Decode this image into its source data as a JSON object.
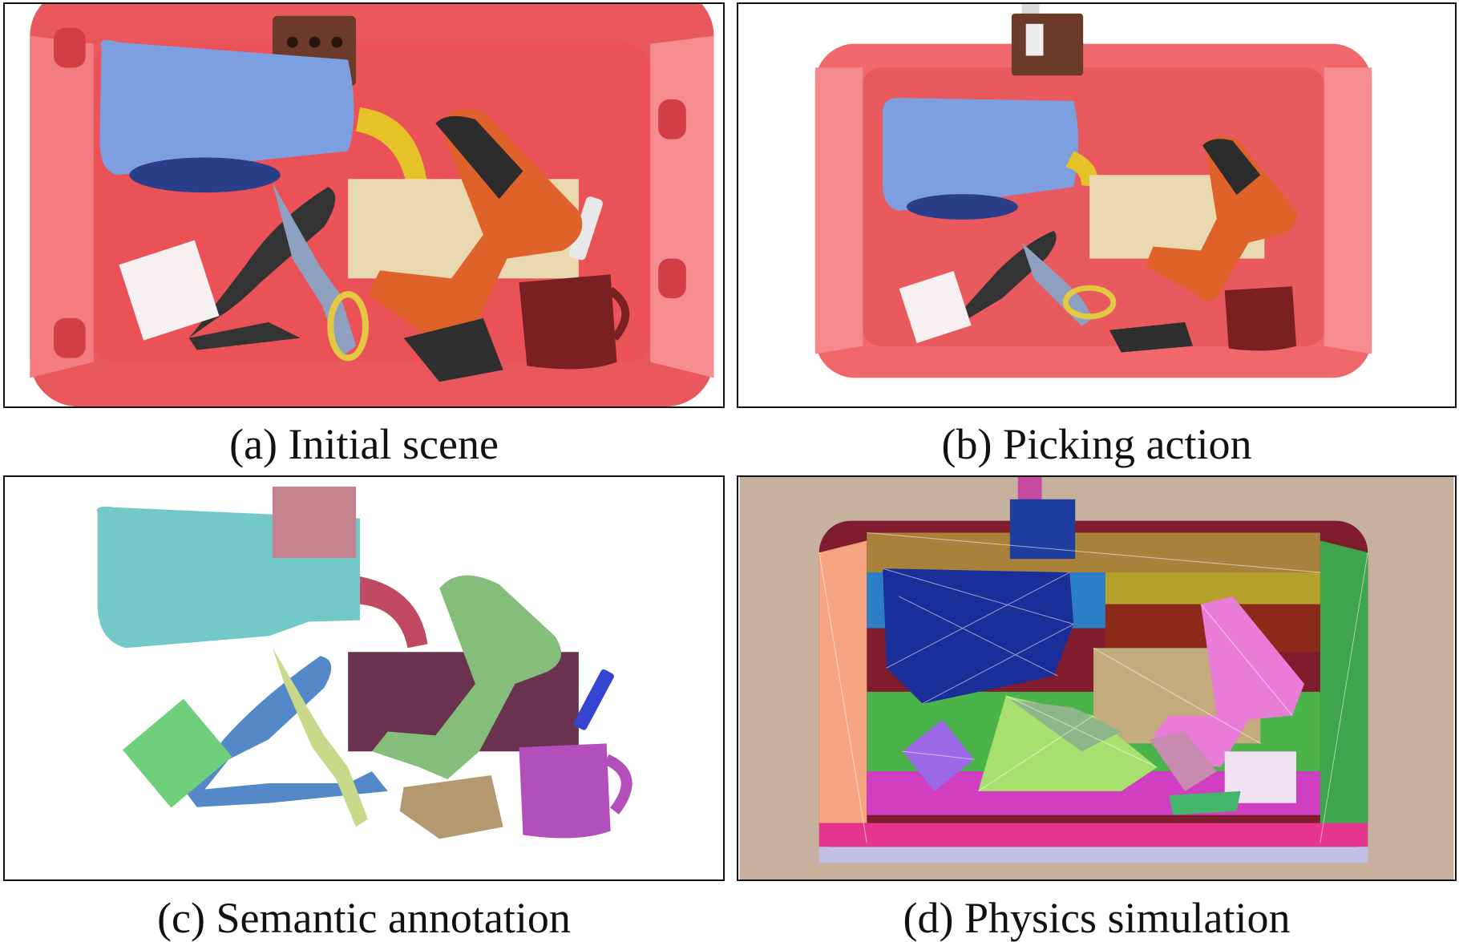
{
  "figure": {
    "panels": [
      {
        "id": "a",
        "caption": "(a) Initial scene"
      },
      {
        "id": "b",
        "caption": "(b) Picking action"
      },
      {
        "id": "c",
        "caption": "(c) Semantic annotation"
      },
      {
        "id": "d",
        "caption": "(d) Physics simulation"
      }
    ]
  },
  "colors": {
    "bin_red": "#e9585c",
    "bin_floor": "#ea5257",
    "pitcher_blue": "#7d9fe0",
    "drill_orange": "#e0622b",
    "wood": "#ead9b0",
    "mug_red": "#7a1f22",
    "brick_brown": "#6b3a2a"
  }
}
